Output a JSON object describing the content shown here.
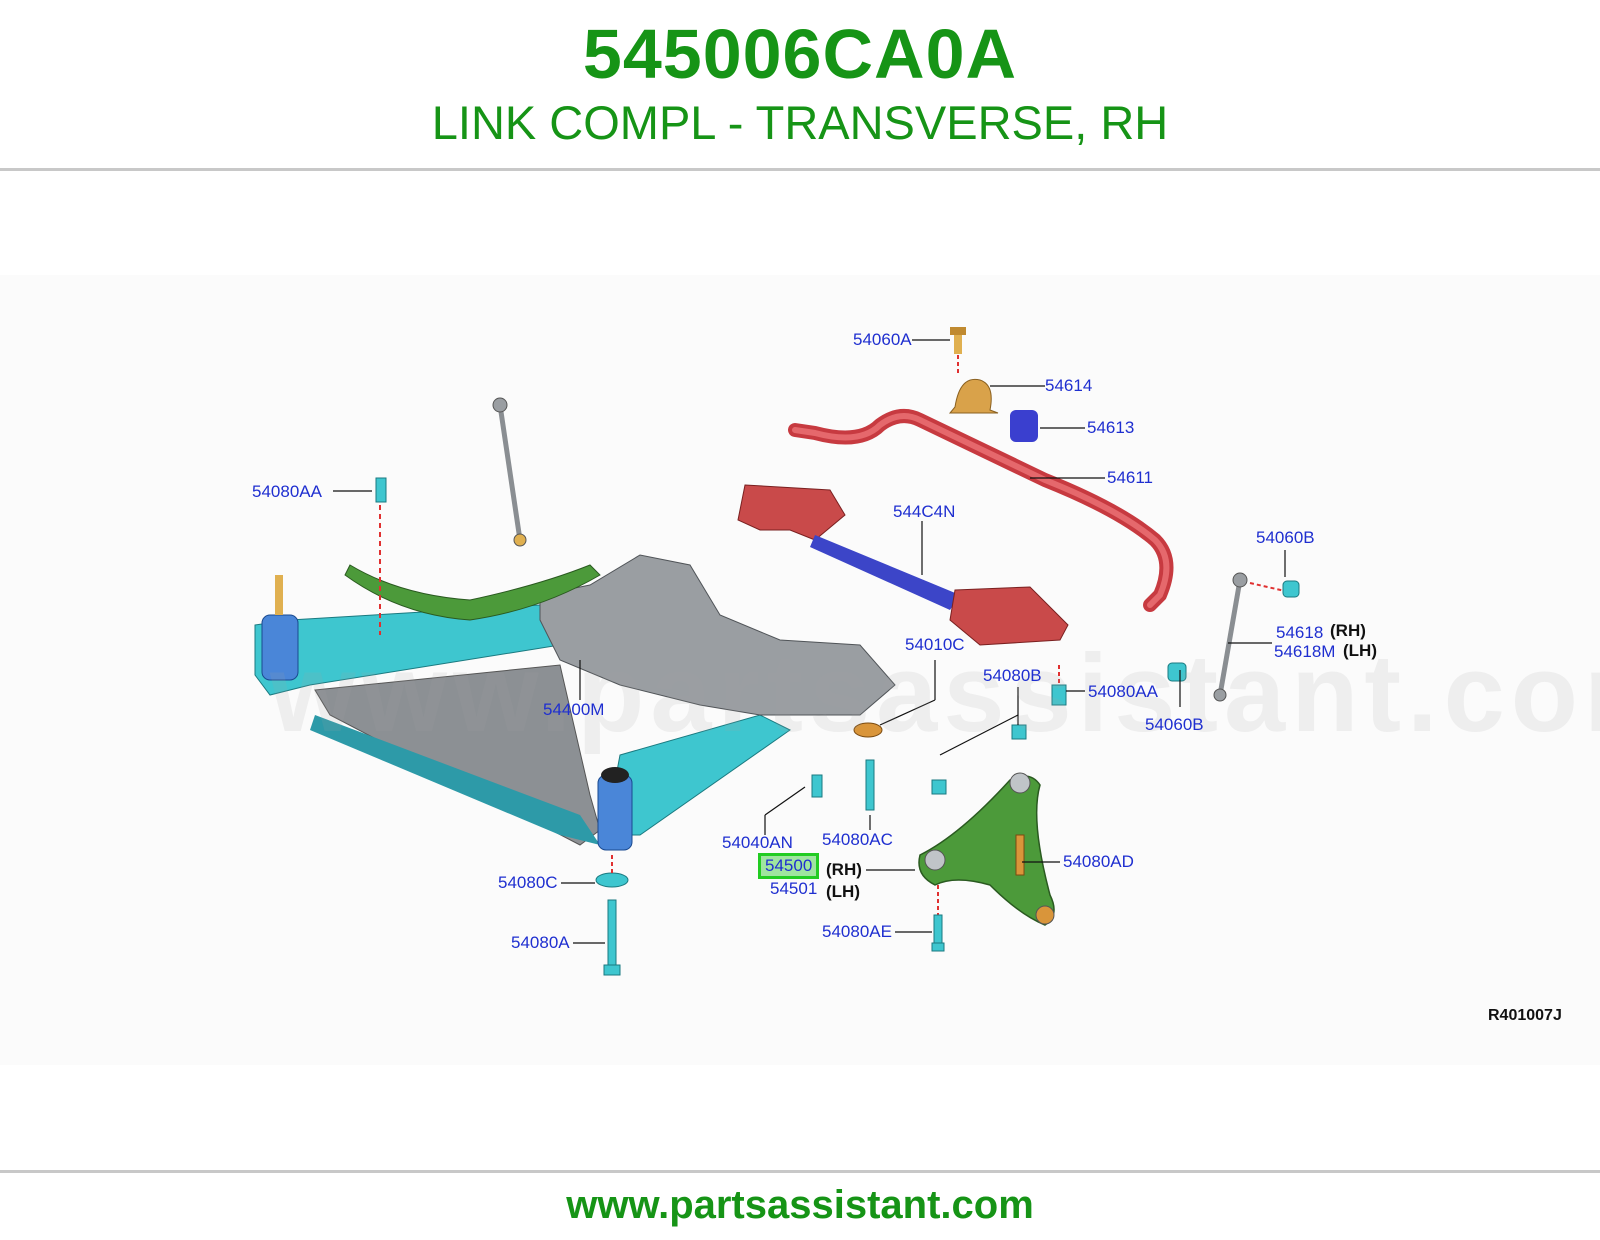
{
  "header": {
    "part_number": "545006CA0A",
    "description": "LINK COMPL - TRANSVERSE, RH"
  },
  "diagram": {
    "watermark": "www.partsassistant.com",
    "reference_code": "R401007J",
    "callouts": {
      "c54060A": "54060A",
      "c54614": "54614",
      "c54613": "54613",
      "c54611": "54611",
      "c544C4N": "544C4N",
      "c54060B_top": "54060B",
      "c54618": "54618",
      "c54618M": "54618M",
      "c54060B_bottom": "54060B",
      "c54080AA_left": "54080AA",
      "c54080AA_right": "54080AA",
      "c54010C": "54010C",
      "c54080B": "54080B",
      "c54400M": "54400M",
      "c54040AN": "54040AN",
      "c54080AC": "54080AC",
      "c54500": "54500",
      "c54501": "54501",
      "c54080AD": "54080AD",
      "c54080C": "54080C",
      "c54080A": "54080A",
      "c54080AE": "54080AE"
    },
    "side_labels": {
      "rh_54618": "(RH)",
      "lh_54618M": "(LH)",
      "rh_54500": "(RH)",
      "lh_54501": "(LH)"
    },
    "highlighted_part": "54500",
    "colors": {
      "title_green": "#169416",
      "callout_blue": "#1f2fd0",
      "highlight_border": "#22cc22",
      "subframe_gray": "#9a9ea2",
      "crossmember_teal": "#3ec6cf",
      "lower_arm_green": "#4c9a3a",
      "stabilizer_red": "#d6474c",
      "bracket_orange": "#d9953a"
    }
  },
  "footer": {
    "url": "www.partsassistant.com"
  }
}
